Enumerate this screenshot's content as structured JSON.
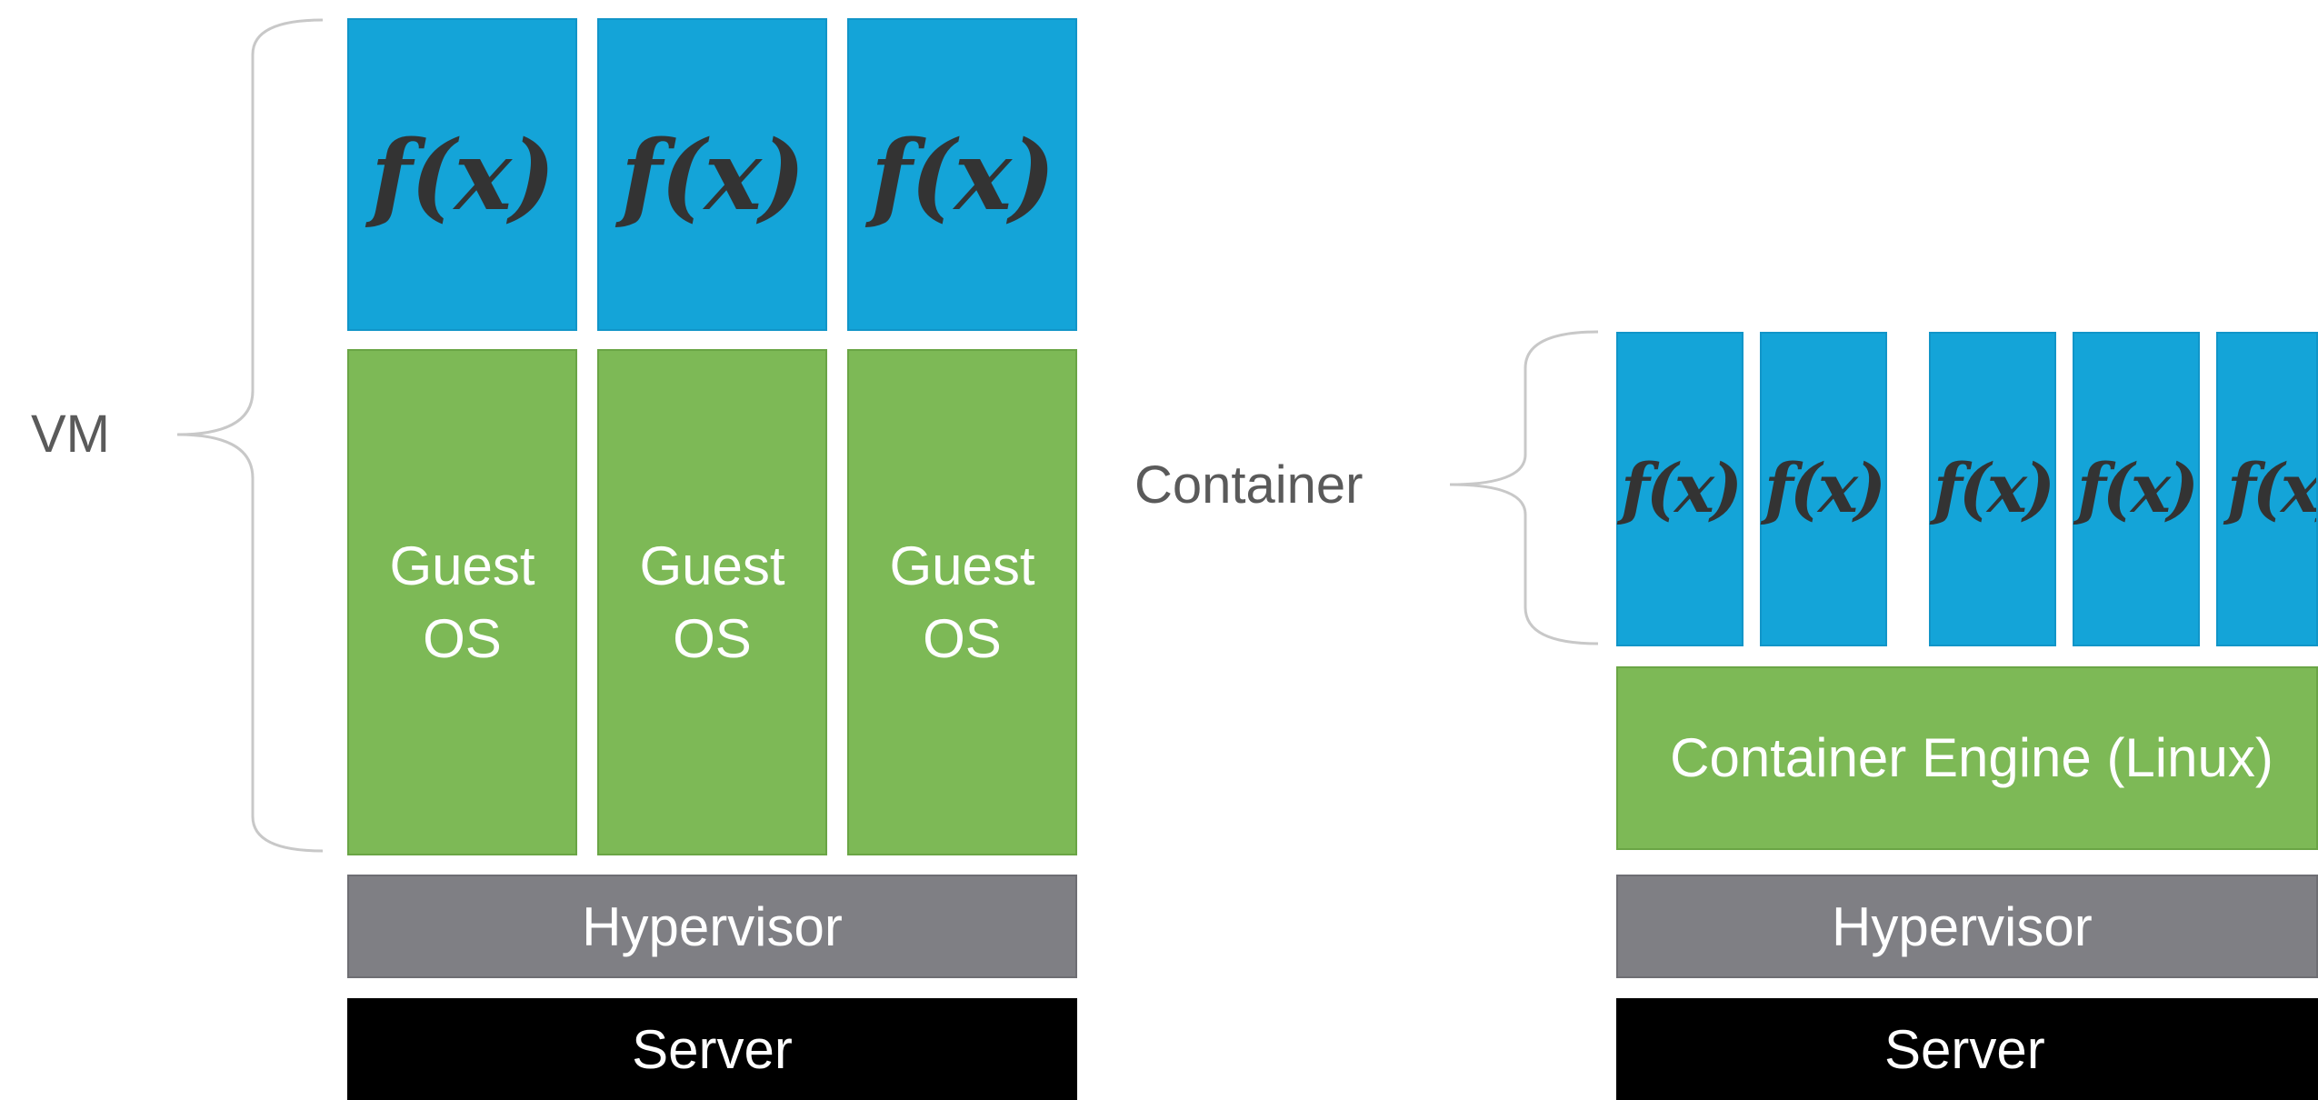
{
  "vm_stack": {
    "label": "VM",
    "functions": [
      "f(x)",
      "f(x)",
      "f(x)"
    ],
    "guest_os": [
      "Guest OS",
      "Guest OS",
      "Guest OS"
    ],
    "hypervisor": "Hypervisor",
    "server": "Server"
  },
  "container_stack": {
    "label": "Container",
    "functions": [
      "f(x)",
      "f(x)",
      "f(x)",
      "f(x)",
      "f(x)"
    ],
    "engine": "Container Engine (Linux)",
    "hypervisor": "Hypervisor",
    "server": "Server"
  },
  "colors": {
    "function_blue": "#14a4d8",
    "os_green": "#7db956",
    "hypervisor_gray": "#7f7f84",
    "server_black": "#000000",
    "label_gray": "#5a5a5a",
    "bracket_gray": "#c8c8c8"
  }
}
